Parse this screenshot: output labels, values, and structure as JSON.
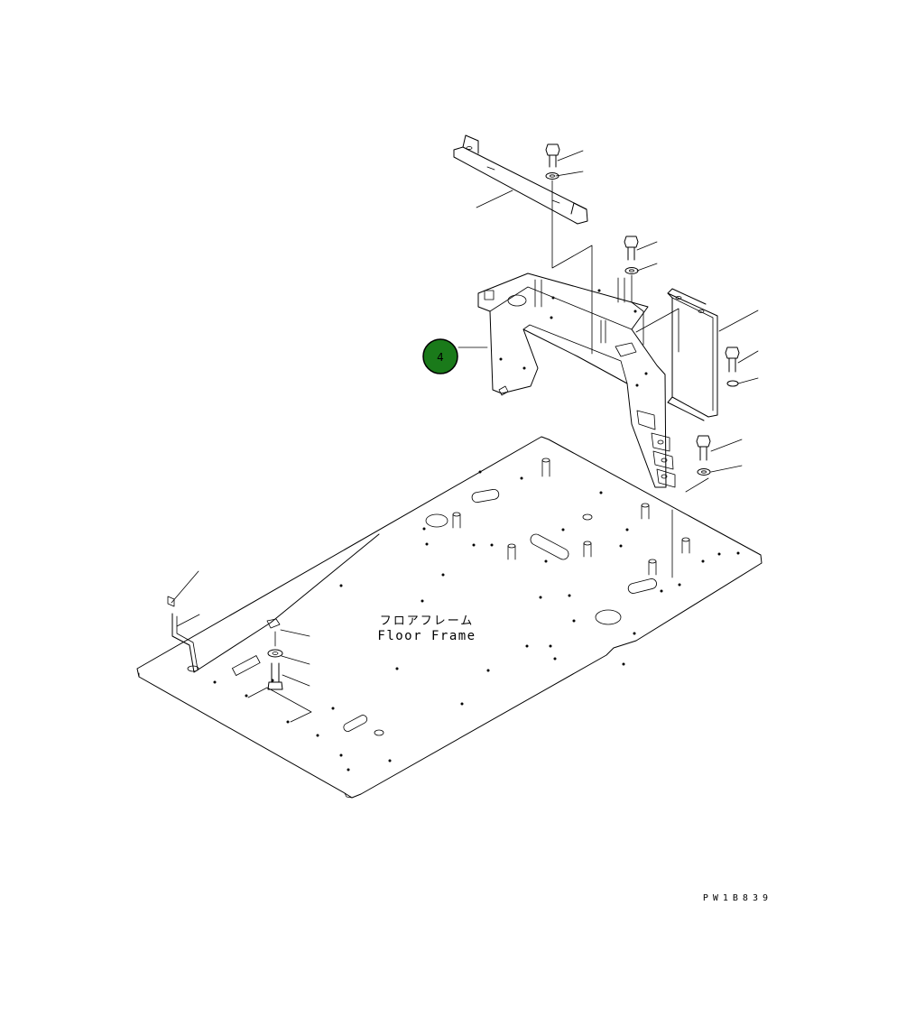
{
  "frame_label": {
    "japanese": "フロアフレーム",
    "english": "Floor Frame"
  },
  "callout": {
    "number": "4",
    "fill_color": "#1a7a1a"
  },
  "drawing_id": "PW1B839"
}
